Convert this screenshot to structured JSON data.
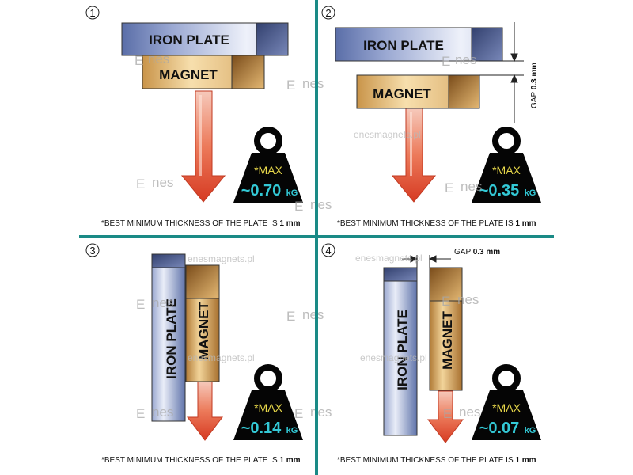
{
  "panels": [
    {
      "number": "1",
      "iron_label": "IRON PLATE",
      "magnet_label": "MAGNET",
      "max_label": "*MAX",
      "value": "~0.70",
      "unit": "kG",
      "note_text": "*BEST MINIMUM THICKNESS OF THE PLATE IS ",
      "note_bold": "1 mm"
    },
    {
      "number": "2",
      "iron_label": "IRON PLATE",
      "magnet_label": "MAGNET",
      "gap_label": "GAP",
      "gap_value": "0.3 mm",
      "max_label": "*MAX",
      "value": "~0.35",
      "unit": "kG",
      "note_text": "*BEST MINIMUM THICKNESS OF THE PLATE IS ",
      "note_bold": "1 mm"
    },
    {
      "number": "3",
      "iron_label": "IRON  PLATE",
      "magnet_label": "MAGNET",
      "max_label": "*MAX",
      "value": "~0.14",
      "unit": "kG",
      "note_text": "*BEST MINIMUM THICKNESS OF THE PLATE IS ",
      "note_bold": "1 mm"
    },
    {
      "number": "4",
      "iron_label": "IRON PLATE",
      "magnet_label": "MAGNET",
      "gap_label": "GAP",
      "gap_value": "0.3 mm",
      "max_label": "*MAX",
      "value": "~0.07",
      "unit": "kG",
      "note_text": "*BEST MINIMUM THICKNESS OF THE PLATE IS ",
      "note_bold": "1 mm"
    }
  ],
  "watermark": {
    "site": "enesmagnets.pl",
    "logo_letter": "E",
    "logo_text": "nes"
  },
  "colors": {
    "divider": "#1a8a86",
    "arrow": "#e0442a",
    "weight": "#050505",
    "value": "#33c9d6",
    "max": "#e8d84a"
  }
}
